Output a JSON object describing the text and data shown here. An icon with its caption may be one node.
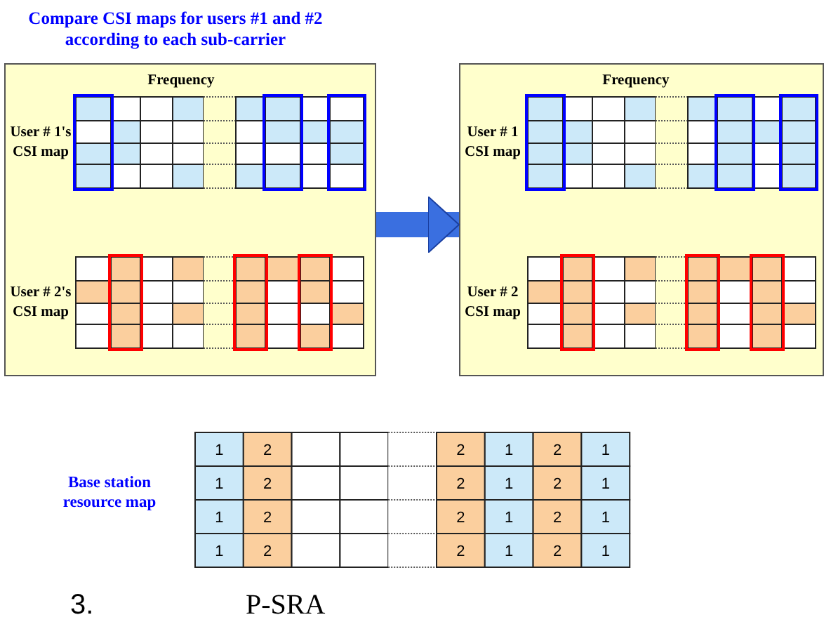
{
  "diagram": {
    "title": "Compare CSI maps for users #1 and #2 according to each sub-carrier",
    "nodes": [
      {
        "text": [
          "Frequency"
        ]
      },
      {
        "text": [
          "User # 1's CSI map"
        ],
        "in": 0
      },
      {
        "text": [
          "User # 2's CSI map"
        ],
        "in": 0
      },
      {
        "text": [
          "Frequency"
        ]
      },
      {
        "text": [
          "User # 1 CSI map"
        ],
        "in": 3
      },
      {
        "text": [
          "User # 2 CSI map"
        ],
        "in": 3
      },
      {
        "text": [
          "Base station resource map"
        ]
      }
    ],
    "edges": [
      {
        "from": 0,
        "to": 3,
        "arrow": "to"
      }
    ],
    "labels": [
      "1",
      "2",
      "2",
      "1",
      "2",
      "1",
      "1",
      "2",
      "2",
      "1",
      "2",
      "1",
      "1",
      "2",
      "2",
      "1",
      "2",
      "1",
      "1",
      "2",
      "2",
      "1",
      "2",
      "1",
      "3.",
      "P-SRA"
    ]
  }
}
